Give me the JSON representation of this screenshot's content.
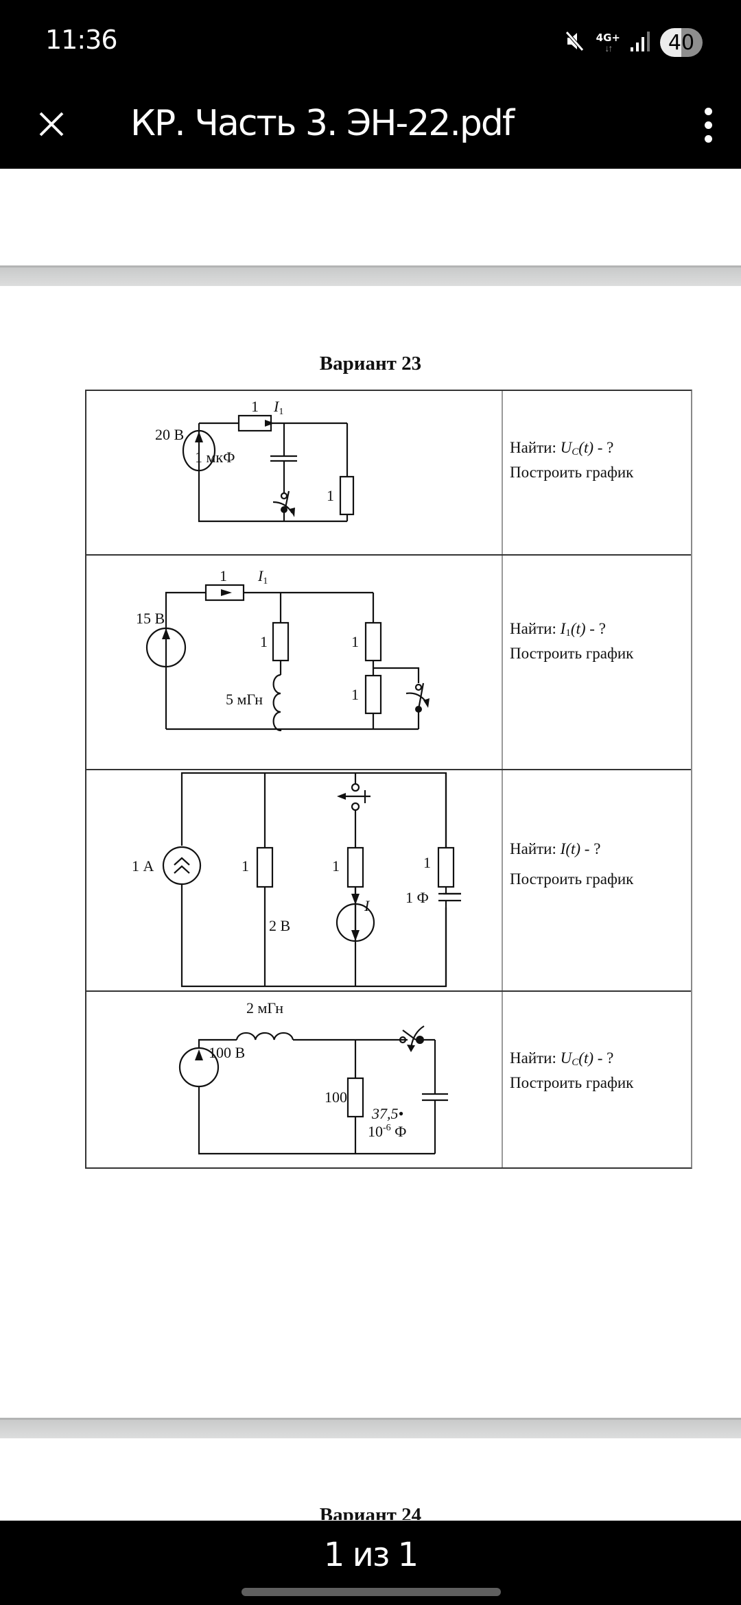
{
  "status_bar": {
    "time": "11:36",
    "network_type": "4G+",
    "network_arrows": "↓↑",
    "battery_level": "40",
    "icons": [
      "mute-icon",
      "network-4g-icon",
      "signal-icon",
      "battery-icon"
    ]
  },
  "app_bar": {
    "close_icon": "close-icon",
    "title": "КР. Часть 3. ЭН-22.pdf",
    "menu_icon": "more-vert-icon"
  },
  "document": {
    "variant_title": "Вариант 23",
    "next_variant_title": "Вариант 24",
    "tasks": [
      {
        "find_prefix": "Найти: ",
        "find_var": "U",
        "find_sub": "C",
        "find_arg": "(t)",
        "find_suffix": " - ?",
        "plot": "Построить график",
        "circuit": {
          "source": "20 В",
          "r1": "1",
          "current": "I",
          "current_sub": "1",
          "capacitor": "1 мкФ",
          "r2": "1"
        }
      },
      {
        "find_prefix": "Найти: ",
        "find_var": "I",
        "find_sub": "1",
        "find_arg": "(t)",
        "find_suffix": " - ?",
        "plot": "Построить график",
        "circuit": {
          "source": "15 В",
          "r1": "1",
          "current": "I",
          "current_sub": "1",
          "r2": "1",
          "inductor": "5 мГн",
          "r3": "1",
          "r4": "1"
        }
      },
      {
        "find_prefix": "Найти: ",
        "find_var": "I",
        "find_sub": "",
        "find_arg": "(t)",
        "find_suffix": " - ?",
        "plot": "Построить график",
        "circuit": {
          "current_source": "1 А",
          "r1": "1",
          "r2": "1",
          "current": "I",
          "voltage_source": "2 В",
          "r3": "1",
          "capacitor": "1 Ф"
        }
      },
      {
        "find_prefix": "Найти: ",
        "find_var": "U",
        "find_sub": "C",
        "find_arg": "(t)",
        "find_suffix": " - ?",
        "plot": "Построить график",
        "circuit": {
          "inductor": "2 мГн",
          "source": "100 В",
          "resistor": "100",
          "capacitor_line1": "37,5•",
          "capacitor_line2_base": "10",
          "capacitor_line2_exp": "-6",
          "capacitor_line2_unit": " Ф"
        }
      }
    ]
  },
  "bottom_bar": {
    "page_indicator": "1 из 1"
  }
}
